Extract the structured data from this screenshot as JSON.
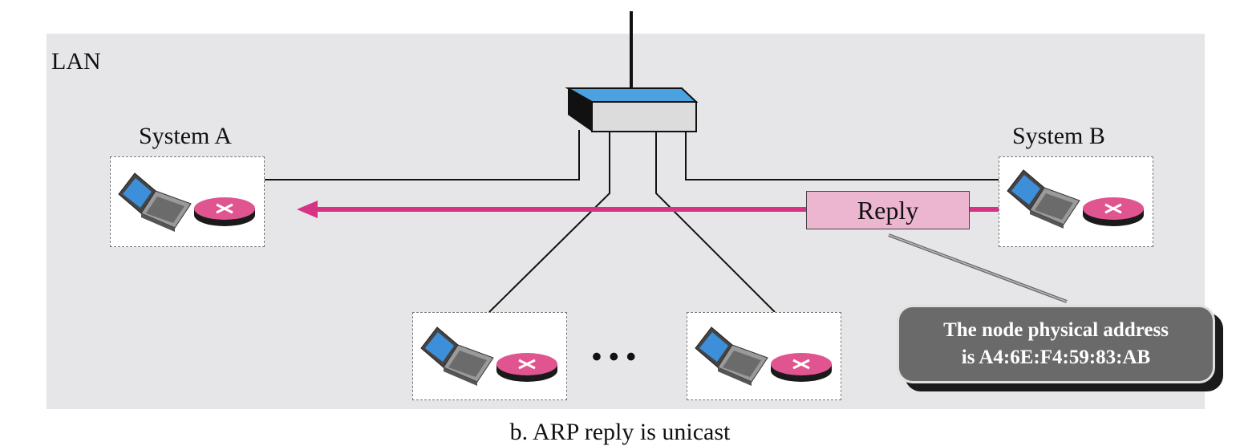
{
  "lan_label": "LAN",
  "system_a_label": "System A",
  "system_b_label": "System B",
  "reply_label": "Reply",
  "callout": {
    "line1": "The node physical address",
    "line2": "is A4:6E:F4:59:83:AB"
  },
  "ellipsis": "• • •",
  "caption": "b. ARP reply is unicast",
  "colors": {
    "lan_background": "#e6e6e8",
    "reply_arrow": "#d63384",
    "reply_box": "#ecb5d0",
    "callout": "#6a6a6a",
    "switch_top": "#4aa3e0"
  }
}
